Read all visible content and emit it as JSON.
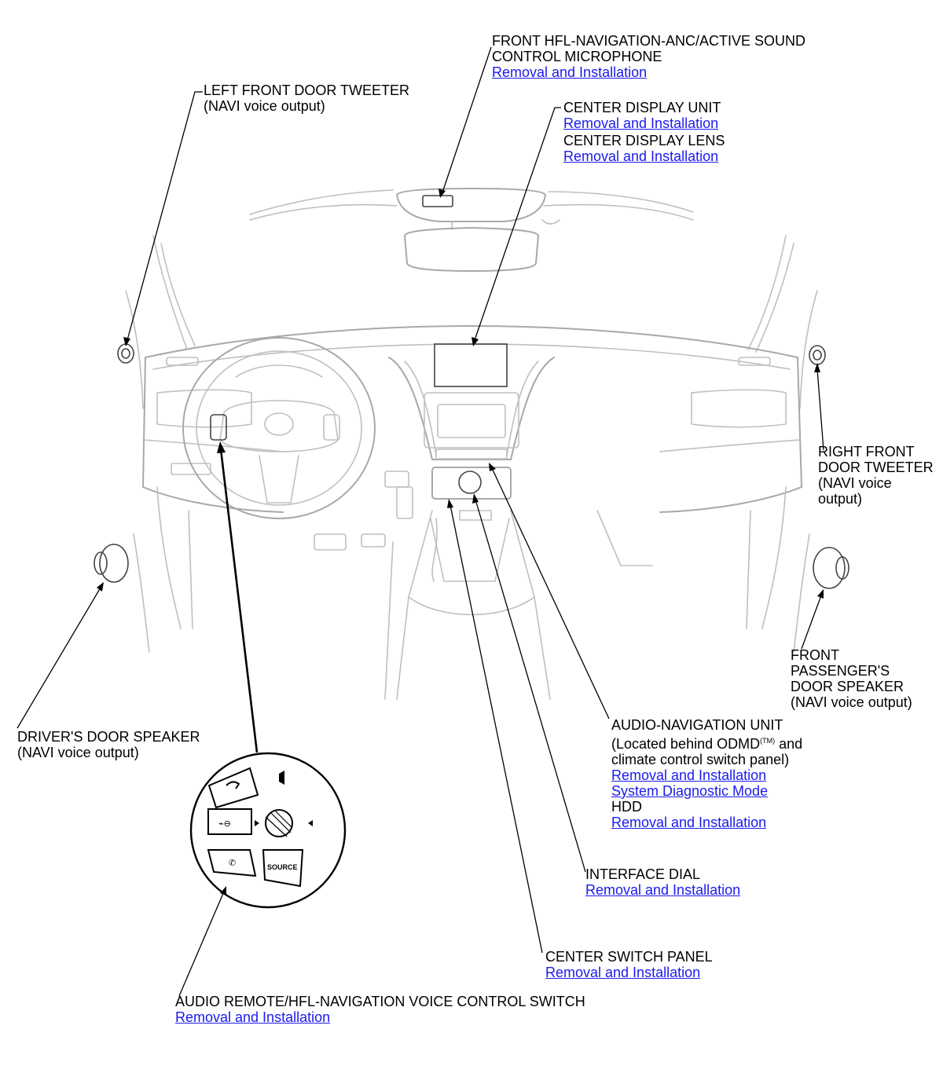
{
  "labels": {
    "microphone": {
      "line1": "FRONT HFL-NAVIGATION-ANC/ACTIVE SOUND",
      "line2": "CONTROL MICROPHONE",
      "link1": "Removal and Installation"
    },
    "left_tweeter": {
      "line1": "LEFT FRONT DOOR TWEETER",
      "line2": "(NAVI voice output)"
    },
    "center_display": {
      "line1": "CENTER DISPLAY UNIT",
      "link1": "Removal and Installation",
      "line2": "CENTER DISPLAY LENS",
      "link2": "Removal and Installation"
    },
    "right_tweeter": {
      "line1": "RIGHT FRONT",
      "line2": "DOOR TWEETER",
      "line3": "(NAVI voice",
      "line4": "output)"
    },
    "passenger_speaker": {
      "line1": "FRONT",
      "line2": "PASSENGER'S",
      "line3": "DOOR SPEAKER",
      "line4": "(NAVI voice output)"
    },
    "driver_speaker": {
      "line1": "DRIVER'S DOOR SPEAKER",
      "line2": "(NAVI voice output)"
    },
    "audio_nav": {
      "line1": "AUDIO-NAVIGATION UNIT",
      "line2a": "(Located behind ODMD",
      "line2sup": "(TM)",
      "line2b": " and",
      "line3": "climate control switch panel)",
      "link1": "Removal and Installation",
      "link2": "System Diagnostic Mode",
      "line4": "HDD",
      "link3": "Removal and Installation"
    },
    "interface_dial": {
      "line1": "INTERFACE DIAL",
      "link1": "Removal and Installation"
    },
    "center_switch": {
      "line1": "CENTER SWITCH PANEL",
      "link1": "Removal and Installation"
    },
    "remote_switch": {
      "line1": "AUDIO REMOTE/HFL-NAVIGATION VOICE CONTROL SWITCH",
      "link1": "Removal and Installation"
    }
  },
  "inset": {
    "source_button": "SOURCE"
  },
  "colors": {
    "link": "#1a1aee",
    "line_art": "#bfbfbf",
    "leader": "#000000"
  }
}
